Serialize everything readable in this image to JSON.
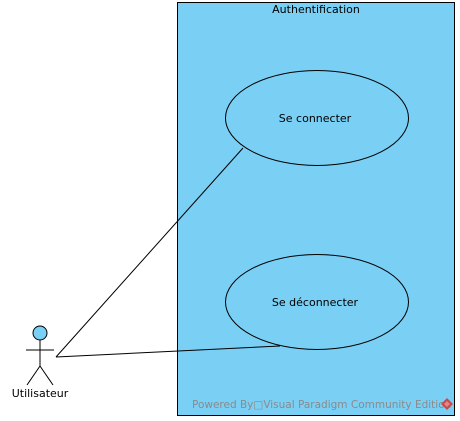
{
  "colors": {
    "system_fill": "#7acff5",
    "actor_fill": "#7acff5",
    "stroke": "#000000",
    "watermark_text": "#8a8a8a",
    "logo": "#c94a4a"
  },
  "diagram": {
    "system_boundary": {
      "title": "Authentification"
    },
    "use_cases": [
      {
        "label": "Se connecter"
      },
      {
        "label": "Se déconnecter"
      }
    ],
    "actors": [
      {
        "label": "Utilisateur"
      }
    ],
    "watermark": {
      "text": "Powered By□Visual Paradigm Community Edition",
      "icon": "visual-paradigm-logo-icon"
    }
  }
}
